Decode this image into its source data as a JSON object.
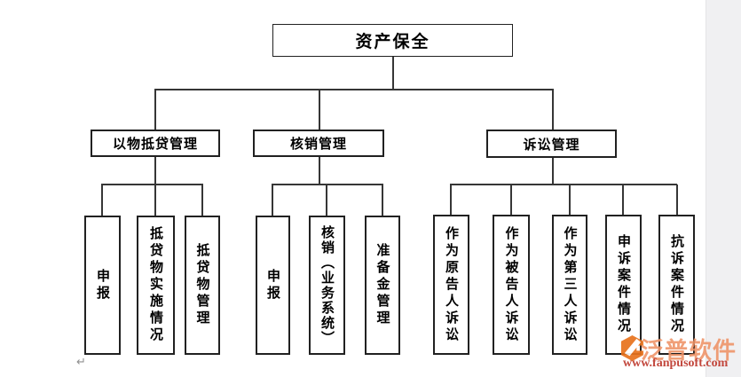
{
  "page": {
    "background": "#ffffff",
    "gutter_color": "#f0f0f2"
  },
  "diagram": {
    "line_color": "#363636",
    "box_border_color": "#212121",
    "text_color": "#000000",
    "root": {
      "label": "资产保全"
    },
    "branches": [
      {
        "label": "以物抵贷管理",
        "children": [
          "申报",
          "抵贷物实施情况",
          "抵贷物管理"
        ]
      },
      {
        "label": "核销管理",
        "children": [
          "申报",
          "核销（业务系统）",
          "准备金管理"
        ]
      },
      {
        "label": "诉讼管理",
        "children": [
          "作为原告人诉讼",
          "作为被告人诉讼",
          "作为第三人诉讼",
          "申诉案件情况",
          "抗诉案件情况"
        ]
      }
    ]
  },
  "watermark": {
    "logo_icon": "fanpu-logo-icon",
    "brand": "泛普软件",
    "url": "www.fanpusoft.com",
    "logo_color": "#e8731d",
    "brand_color": "#ee9266",
    "url_color": "#c2473d"
  },
  "artifacts": {
    "paragraph_mark": "↵",
    "mark_color": "#8f8f8f"
  }
}
